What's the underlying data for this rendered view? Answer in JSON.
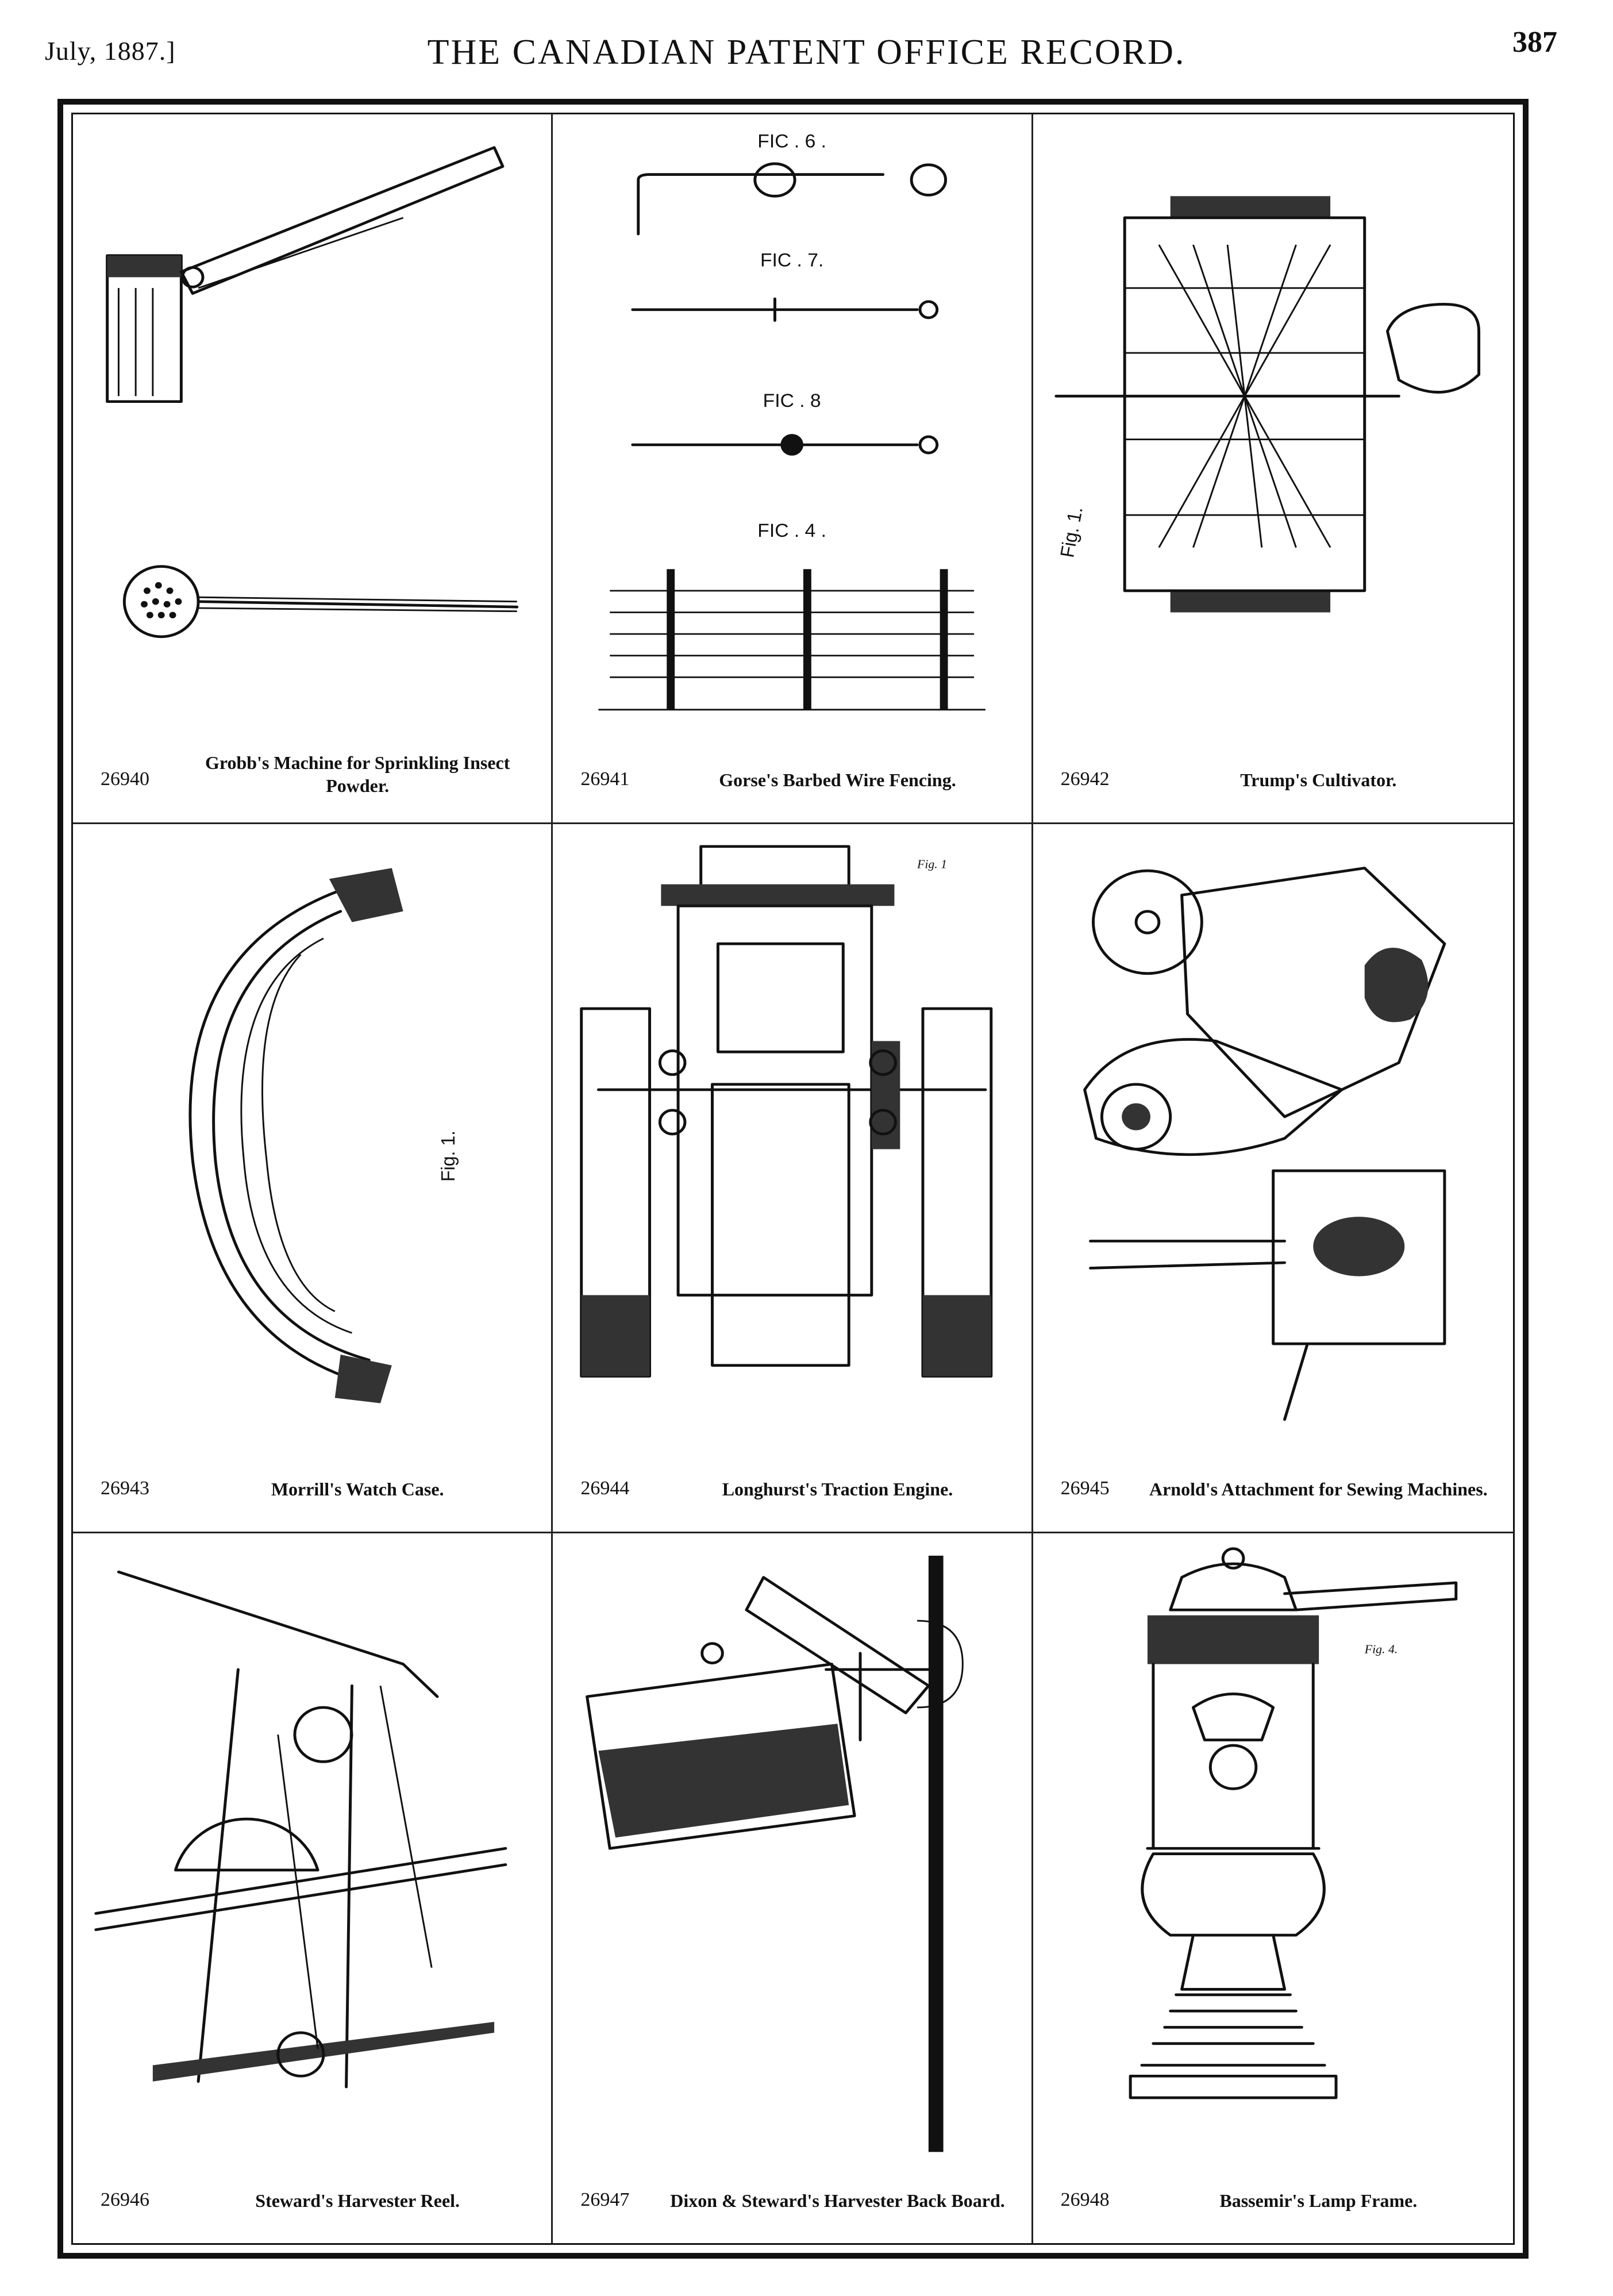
{
  "header": {
    "date": "July, 1887.]",
    "title": "THE CANADIAN PATENT OFFICE RECORD.",
    "page_number": "387"
  },
  "plates": [
    {
      "number": "26940",
      "title": "Grobb's Machine for Sprinkling Insect Powder.",
      "illustration": "sprinkler-drawing"
    },
    {
      "number": "26941",
      "title": "Gorse's Barbed Wire Fencing.",
      "illustration": "barbed-wire-drawing",
      "figure_labels": [
        "FIC . 6 .",
        "FIC . 7.",
        "FIC . 8",
        "FIC . 4 ."
      ]
    },
    {
      "number": "26942",
      "title": "Trump's Cultivator.",
      "illustration": "cultivator-drawing",
      "figure_labels": [
        "Fig. 1."
      ]
    },
    {
      "number": "26943",
      "title": "Morrill's Watch Case.",
      "illustration": "watch-case-drawing",
      "figure_labels": [
        "Fig. 1."
      ]
    },
    {
      "number": "26944",
      "title": "Longhurst's Traction Engine.",
      "illustration": "traction-engine-drawing",
      "figure_labels": [
        "Fig. 1"
      ]
    },
    {
      "number": "26945",
      "title": "Arnold's Attachment for Sewing Machines.",
      "illustration": "sewing-attachment-drawing"
    },
    {
      "number": "26946",
      "title": "Steward's Harvester Reel.",
      "illustration": "harvester-reel-drawing"
    },
    {
      "number": "26947",
      "title": "Dixon & Steward's Harvester Back Board.",
      "illustration": "back-board-drawing"
    },
    {
      "number": "26948",
      "title": "Bassemir's Lamp Frame.",
      "illustration": "lamp-frame-drawing",
      "figure_labels": [
        "Fig. 4."
      ]
    }
  ]
}
